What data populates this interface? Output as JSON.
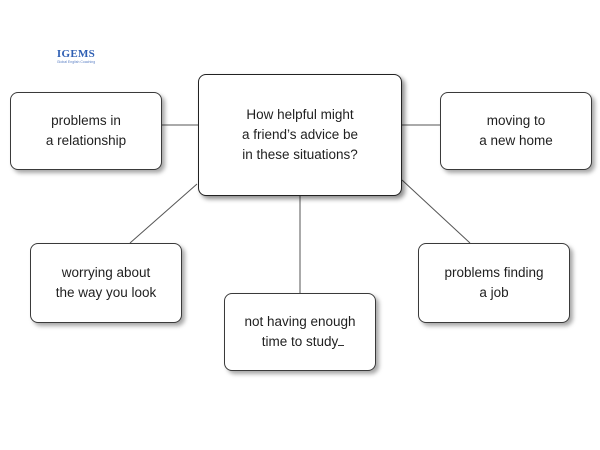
{
  "logo": {
    "name": "IGEMS",
    "tagline": "Global English Coaching"
  },
  "center": {
    "lines": [
      "How helpful might",
      "a friend’s advice be",
      "in these situations?"
    ]
  },
  "situations": [
    {
      "id": "relationship",
      "lines": [
        "problems in",
        "a relationship"
      ]
    },
    {
      "id": "moving",
      "lines": [
        "moving to",
        "a new home"
      ]
    },
    {
      "id": "looks",
      "lines": [
        "worrying about",
        "the way you look"
      ]
    },
    {
      "id": "study",
      "lines": [
        "not having enough",
        "time to study"
      ]
    },
    {
      "id": "job",
      "lines": [
        "problems finding",
        "a job"
      ]
    }
  ]
}
